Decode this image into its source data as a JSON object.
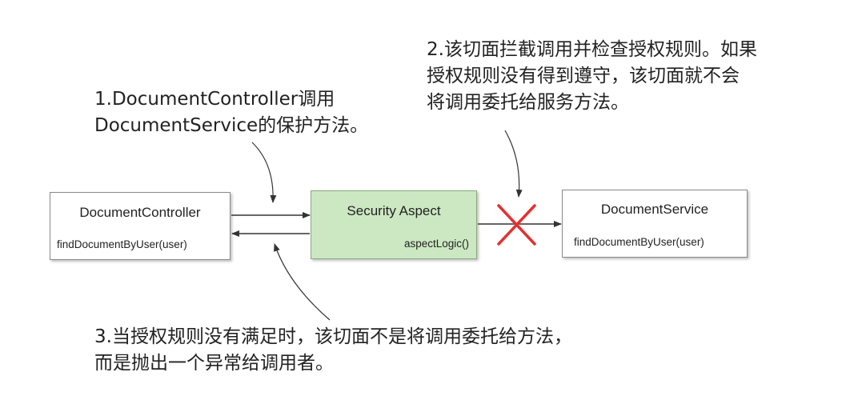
{
  "components": {
    "controller": {
      "title": "DocumentController",
      "method": "findDocumentByUser(user)"
    },
    "aspect": {
      "title": "Security Aspect",
      "method": "aspectLogic()",
      "fill_color": "#cce8c2",
      "border_color": "#8aa880"
    },
    "service": {
      "title": "DocumentService",
      "method": "findDocumentByUser(user)"
    }
  },
  "notes": {
    "note1": {
      "line1": "1.DocumentController调用",
      "line2": "DocumentService的保护方法。"
    },
    "note2": {
      "line1": "2.该切面拦截调用并检查授权规则。如果",
      "line2": "授权规则没有得到遵守，该切面就不会",
      "line3": "将调用委托给服务方法。"
    },
    "note3": {
      "line1": "3.当授权规则没有满足时，该切面不是将调用委托给方法，",
      "line2": "而是抛出一个异常给调用者。"
    }
  },
  "colors": {
    "blocked_mark": "#e53030",
    "arrow": "#333333"
  },
  "icons": {
    "blocked": "red-x-icon"
  }
}
